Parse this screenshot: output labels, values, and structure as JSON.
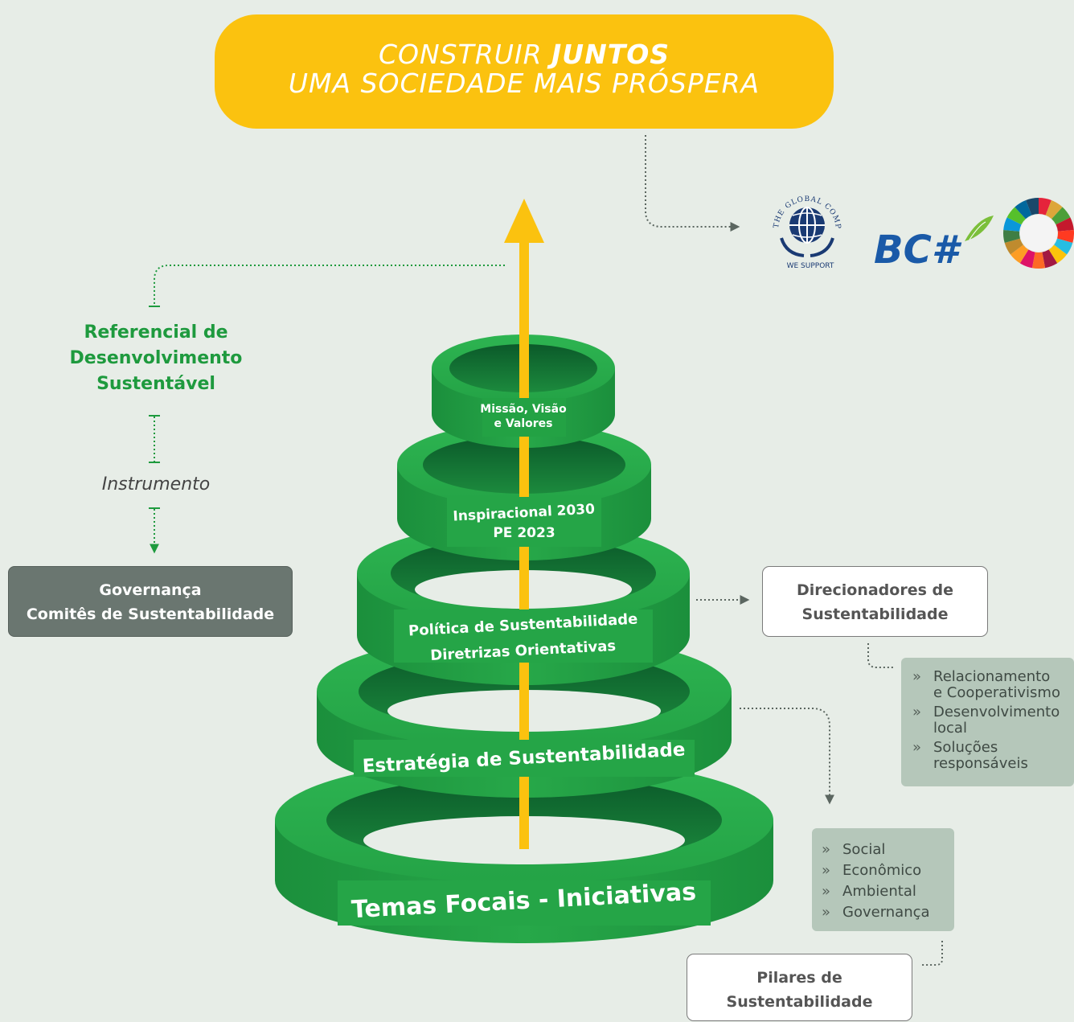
{
  "banner": {
    "line1_prefix": "CONSTRUIR ",
    "line1_bold": "JUNTOS",
    "line2": "UMA SOCIEDADE MAIS PRÓSPERA"
  },
  "left_column": {
    "referencial_line1": "Referencial de",
    "referencial_line2": "Desenvolvimento",
    "referencial_line3": "Sustentável",
    "instrumento": "Instrumento",
    "governanca_line1": "Governança",
    "governanca_line2": "Comitês de Sustentabilidade"
  },
  "pyramid": {
    "level1_line1": "Missão, Visão",
    "level1_line2": "e Valores",
    "level2_line1": "Inspiracional 2030",
    "level2_line2": "PE 2023",
    "level3_line1": "Política de Sustentabilidade",
    "level3_line2": "Diretrizas Orientativas",
    "level4": "Estratégia de Sustentabilidade",
    "level5": "Temas Focais - Iniciativas"
  },
  "logos": {
    "global_compact_arc": "THE GLOBAL COMPACT",
    "global_compact_support": "WE SUPPORT",
    "bc_text": "BC#"
  },
  "direcionadores": {
    "title_line1": "Direcionadores de",
    "title_line2": "Sustentabilidade",
    "items": [
      "Relacionamento e Cooperativismo",
      "Desenvolvimento local",
      "Soluções responsáveis"
    ],
    "item_lines": [
      [
        "Relacionamento",
        "e Cooperativismo"
      ],
      [
        "Desenvolvimento",
        "local"
      ],
      [
        "Soluções",
        "responsáveis"
      ]
    ]
  },
  "pilares": {
    "title_line1": "Pilares de",
    "title_line2": "Sustentabilidade",
    "items": [
      "Social",
      "Econômico",
      "Ambiental",
      "Governança"
    ]
  },
  "colors": {
    "background": "#e7ede7",
    "yellow": "#fbc20f",
    "green": "#23a244",
    "green_dark": "#0f6a31",
    "label_green": "#1e9a3e",
    "gov_box": "#6a7670",
    "list_box": "#b5c7ba"
  }
}
